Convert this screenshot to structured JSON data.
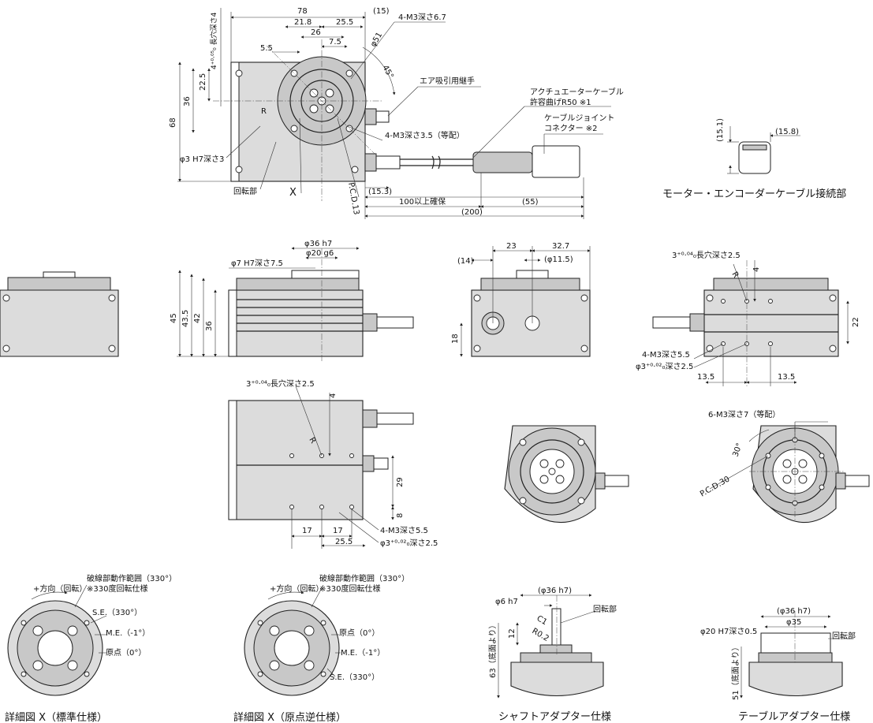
{
  "top_view": {
    "dims": {
      "d78": "78",
      "d21_8": "21.8",
      "d26": "26",
      "d25_5": "25.5",
      "d7_5": "7.5",
      "d5_5": "5.5",
      "d15": "(15)",
      "phi51": "φ51",
      "d45": "45°",
      "d68": "68",
      "d36": "36",
      "d22_5": "22.5",
      "slot": "4⁺⁰·⁰⁵₀ 長穴深さ4",
      "pin": "φ3 H7深さ3",
      "d15_3": "(15.3)"
    },
    "labels": {
      "tap_top": "4-M3深さ6.7",
      "air": "エア吸引用継手",
      "actuator_cable": "アクチュエーターケーブル",
      "bend": "許容曲げR50 ※1",
      "joint": "ケーブルジョイント",
      "connector": "コネクター ※2",
      "tap_rot": "4-M3深さ3.5（等配）",
      "rot": "回転部",
      "x": "X",
      "pcd": "P.C.D.13",
      "r": "R",
      "len100": "100以上確保",
      "len55": "(55)",
      "len200": "(200)"
    }
  },
  "motor_conn": {
    "d15_1": "(15.1)",
    "d15_8": "(15.8)",
    "title": "モーター・エンコーダーケーブル接続部"
  },
  "front_view": {
    "phi36": "φ36 h7",
    "phi20": "φ20 g6",
    "phi7": "φ7 H7深さ7.5",
    "d45": "45",
    "d43_5": "43.5",
    "d42": "42",
    "d36": "36"
  },
  "side_view": {
    "d14": "(14)",
    "d23": "23",
    "d32_7": "32.7",
    "phi11_5": "(φ11.5)",
    "d18": "18"
  },
  "bottom_view": {
    "slot": "3⁺⁰·⁰⁴₀長穴深さ2.5",
    "d4": "4",
    "r": "R",
    "d22": "22",
    "tap": "4-M3深さ5.5",
    "pin": "φ3⁺⁰·⁰²₀深さ2.5",
    "d13_5a": "13.5",
    "d13_5b": "13.5"
  },
  "lower_view": {
    "slot": "3⁺⁰·⁰⁴₀長穴深さ2.5",
    "d4": "4",
    "r": "R",
    "d29": "29",
    "d8": "8",
    "d17a": "17",
    "d17b": "17",
    "d25_5": "25.5",
    "tap": "4-M3深さ5.5",
    "pin": "φ3⁺⁰·⁰²₀深さ2.5"
  },
  "table_view": {
    "tap": "6-M3深さ7（等配）",
    "d30": "30°",
    "pcd": "P.C.D.30"
  },
  "detail1": {
    "dir": "+方向（回転）",
    "range": "破線部動作範囲（330°）",
    "spec": "※330度回転仕様",
    "se": "S.E.（330°）",
    "me": "M.E.（-1°）",
    "origin": "原点（0°）",
    "title": "詳細図 X（標準仕様）"
  },
  "detail2": {
    "dir": "+方向（回転）",
    "range": "破線部動作範囲（330°）",
    "spec": "※330度回転仕様",
    "origin": "原点（0°）",
    "me": "M.E.（-1°）",
    "se": "S.E.（330°）",
    "title": "詳細図 X（原点逆仕様）"
  },
  "shaft": {
    "phi6": "φ6 h7",
    "phi36": "(φ36 h7)",
    "rot": "回転部",
    "c1": "C1",
    "r02": "R0.2",
    "d12": "12",
    "d63": "63（底面より）",
    "title": "シャフトアダプター仕様"
  },
  "table_adapter": {
    "phi36": "(φ36 h7)",
    "phi35": "φ35",
    "phi20": "φ20 H7深さ0.5",
    "rot": "回転部",
    "d51": "51（底面より）",
    "title": "テーブルアダプター仕様"
  }
}
